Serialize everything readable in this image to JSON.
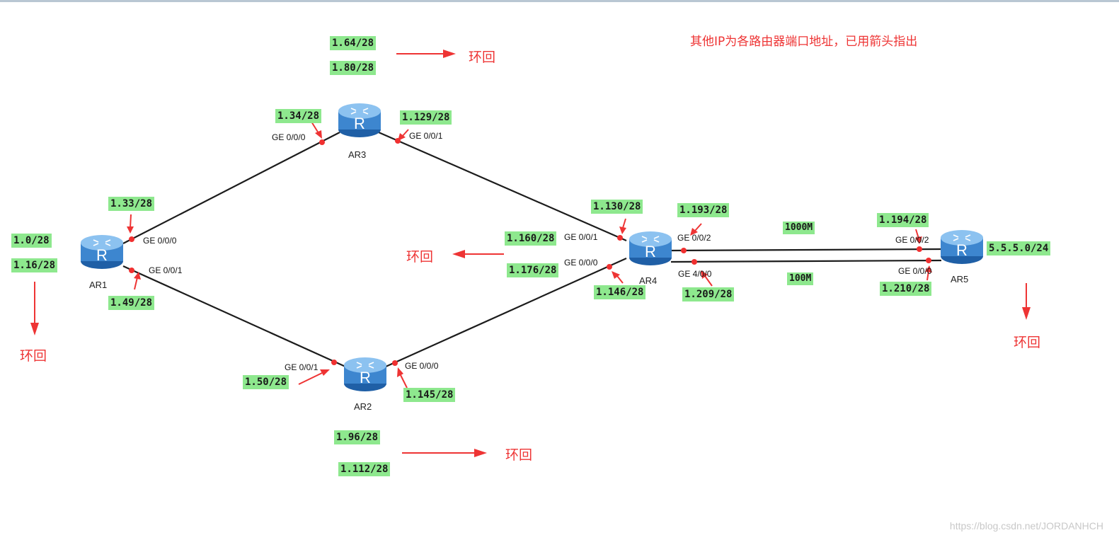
{
  "note": "其他IP为各路由器端口地址，已用箭头指出",
  "loopback_label": "环回",
  "watermark": "https://blog.csdn.net/JORDANHCH",
  "colors": {
    "ip_bg": "#8ee88e",
    "accent_red": "#ee3434",
    "link": "#1c1c1c",
    "router_blue": "#3d86cf"
  },
  "routers": {
    "ar1": {
      "name": "AR1",
      "icon": "router-icon",
      "loopbacks": [
        "1.0/28",
        "1.16/28"
      ]
    },
    "ar2": {
      "name": "AR2",
      "icon": "router-icon",
      "loopbacks": [
        "1.96/28",
        "1.112/28"
      ]
    },
    "ar3": {
      "name": "AR3",
      "icon": "router-icon",
      "loopbacks": [
        "1.64/28",
        "1.80/28"
      ]
    },
    "ar4": {
      "name": "AR4",
      "icon": "router-icon",
      "loopbacks": [
        "1.160/28",
        "1.176/28"
      ]
    },
    "ar5": {
      "name": "AR5",
      "icon": "router-icon",
      "loopbacks": [
        "5.5.5.0/24"
      ]
    }
  },
  "interfaces": {
    "ar1_g000": {
      "port": "GE 0/0/0",
      "ip": "1.33/28"
    },
    "ar1_g001": {
      "port": "GE 0/0/1",
      "ip": "1.49/28"
    },
    "ar3_g000": {
      "port": "GE 0/0/0",
      "ip": "1.34/28"
    },
    "ar3_g001": {
      "port": "GE 0/0/1",
      "ip": "1.129/28"
    },
    "ar2_g001": {
      "port": "GE 0/0/1",
      "ip": "1.50/28"
    },
    "ar2_g000": {
      "port": "GE 0/0/0",
      "ip": "1.145/28"
    },
    "ar4_g001": {
      "port": "GE 0/0/1",
      "ip": "1.130/28"
    },
    "ar4_g000": {
      "port": "GE 0/0/0",
      "ip": "1.146/28"
    },
    "ar4_g002": {
      "port": "GE 0/0/2",
      "ip": "1.193/28"
    },
    "ar4_g400": {
      "port": "GE 4/0/0",
      "ip": "1.209/28"
    },
    "ar5_g002": {
      "port": "GE 0/0/2",
      "ip": "1.194/28"
    },
    "ar5_g000": {
      "port": "GE 0/0/0",
      "ip": "1.210/28"
    }
  },
  "links": {
    "ar4_ar5_fast": "1000M",
    "ar4_ar5_slow": "100M"
  }
}
